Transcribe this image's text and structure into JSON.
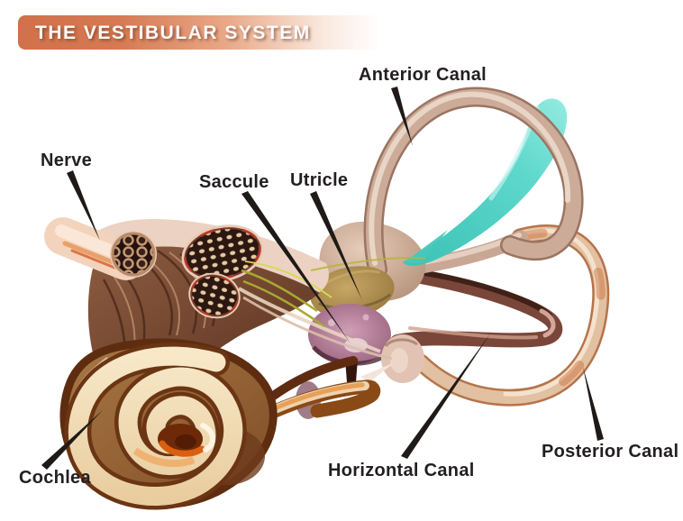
{
  "banner": {
    "title": "THE VESTIBULAR SYSTEM"
  },
  "labels": {
    "anterior_canal": "Anterior Canal",
    "nerve": "Nerve",
    "saccule": "Saccule",
    "utricle": "Utricle",
    "cochlea": "Cochlea",
    "horizontal_canal": "Horizontal Canal",
    "posterior_canal": "Posterior Canal"
  },
  "colors": {
    "banner_orange": "#d0714a",
    "label_text": "#231f20",
    "canal_tan": "#ccab99",
    "canal_highlight": "#eedacc",
    "posterior_peach": "#e2c0a2",
    "teal_plane": "#4fd0c4",
    "utricle_olive": "#a98c4d",
    "saccule_mauve": "#a06a86",
    "cochlea_cream": "#f3e0bd",
    "cochlea_outline": "#5e2d10",
    "cochlea_core_orange": "#d96010",
    "nerve_pink": "#f3d3bc",
    "trunk_brown": "#7a4a32",
    "nerve_fiber_yellow": "#b5b53a",
    "leader_line": "#1f1a17"
  }
}
